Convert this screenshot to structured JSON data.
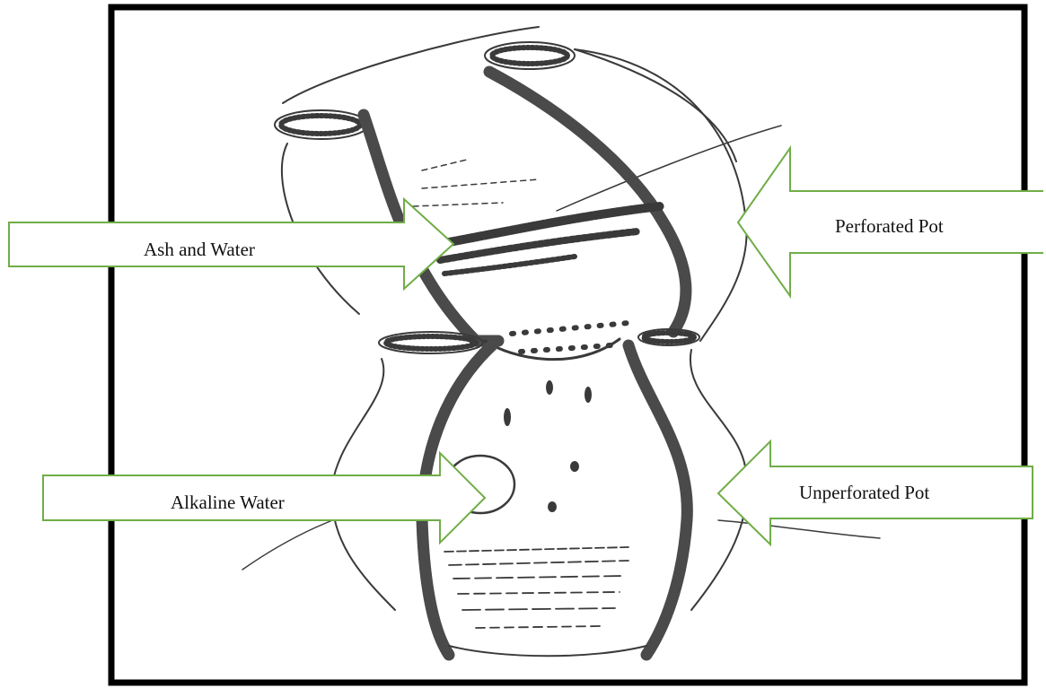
{
  "labels": {
    "ash_and_water": "Ash and Water",
    "perforated_pot": "Perforated Pot",
    "alkaline_water": "Alkaline Water",
    "unperforated_pot": "Unperforated Pot"
  },
  "colors": {
    "arrow_stroke": "#70ad47",
    "frame": "#000000",
    "ink": "#3a3a3a",
    "pot_wall": "#4a4a4a"
  }
}
